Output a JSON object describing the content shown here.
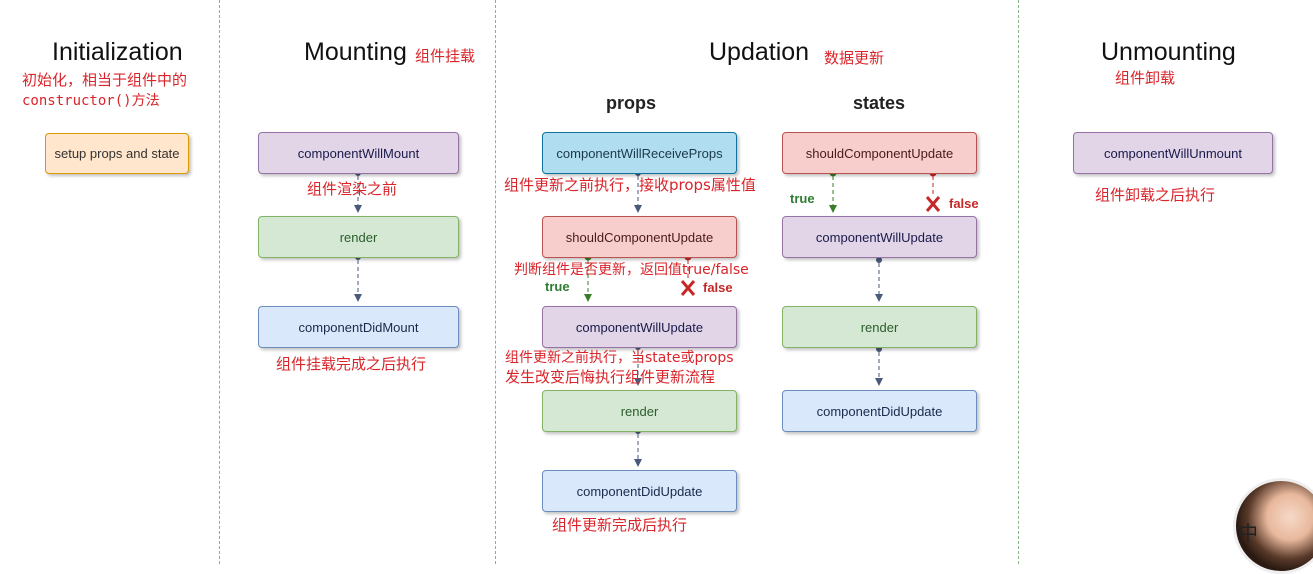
{
  "sections": {
    "initialization": {
      "title": "Initialization",
      "note_line1": "初始化，相当于组件中的",
      "note_line2": "constructor()方法",
      "box": "setup props and state"
    },
    "mounting": {
      "title": "Mounting",
      "title_note": "组件挂载",
      "box1": "componentWillMount",
      "note1": "组件渲染之前",
      "box2": "render",
      "box3": "componentDidMount",
      "note2": "组件挂载完成之后执行"
    },
    "updation": {
      "title": "Updation",
      "title_note": "数据更新",
      "props": {
        "subtitle": "props",
        "box1": "componentWillReceiveProps",
        "note1": "组件更新之前执行，接收props属性值",
        "box2": "shouldComponentUpdate",
        "note2": "判断组件是否更新，返回值true/false",
        "true_label": "true",
        "false_label": "false",
        "box3": "componentWillUpdate",
        "note3_line1": "组件更新之前执行，当state或props",
        "note3_line2": "发生改变后悔执行组件更新流程",
        "box4": "render",
        "box5": "componentDidUpdate",
        "note4": "组件更新完成后执行"
      },
      "states": {
        "subtitle": "states",
        "box1": "shouldComponentUpdate",
        "true_label": "true",
        "false_label": "false",
        "box2": "componentWillUpdate",
        "box3": "render",
        "box4": "componentDidUpdate"
      }
    },
    "unmounting": {
      "title": "Unmounting",
      "title_note": "组件卸载",
      "box": "componentWillUnmount",
      "note": "组件卸载之后执行"
    }
  },
  "colors": {
    "purple": "#e1d5e7",
    "green": "#d5e8d4",
    "blue": "#dae8fc",
    "cyan": "#b1ddf0",
    "red": "#f8cecc",
    "orange": "#ffe6cc",
    "note_red": "#d9242a"
  },
  "avatar_badge": "中"
}
